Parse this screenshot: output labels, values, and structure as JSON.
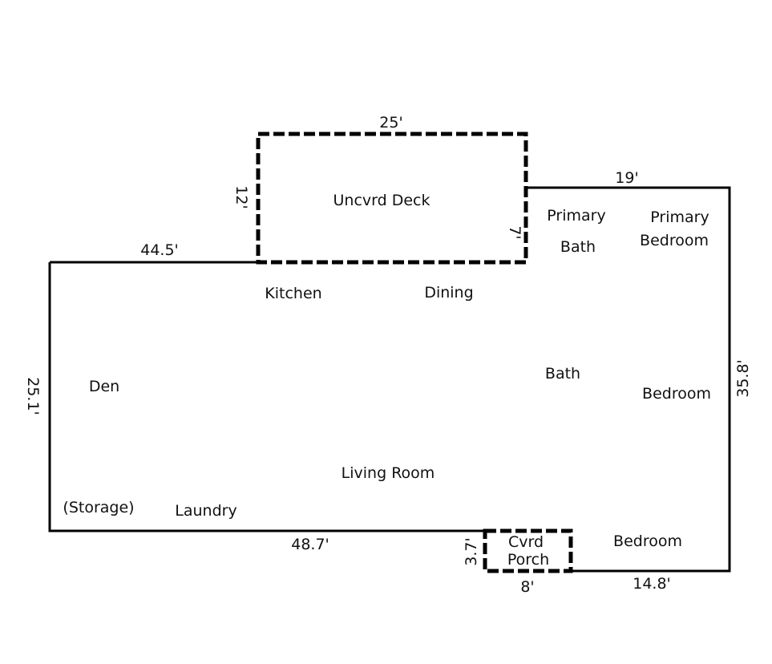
{
  "rooms": {
    "deck": "Uncvrd Deck",
    "primary_bath_1": "Primary",
    "primary_bath_2": "Bath",
    "primary_bed_1": "Primary",
    "primary_bed_2": "Bedroom",
    "kitchen": "Kitchen",
    "dining": "Dining",
    "den": "Den",
    "bath": "Bath",
    "bedroom_1": "Bedroom",
    "living": "Living Room",
    "storage": "(Storage)",
    "laundry": "Laundry",
    "porch_1": "Cvrd",
    "porch_2": "Porch",
    "bedroom_2": "Bedroom"
  },
  "dimensions": {
    "deck_width": "25'",
    "deck_depth": "12'",
    "deck_inner": "7'",
    "primary_width": "19'",
    "north_wall": "44.5'",
    "west_wall": "25.1'",
    "east_wall": "35.8'",
    "south_wall": "48.7'",
    "porch_depth": "3.7'",
    "porch_width": "8'",
    "south_east_wall": "14.8'"
  }
}
